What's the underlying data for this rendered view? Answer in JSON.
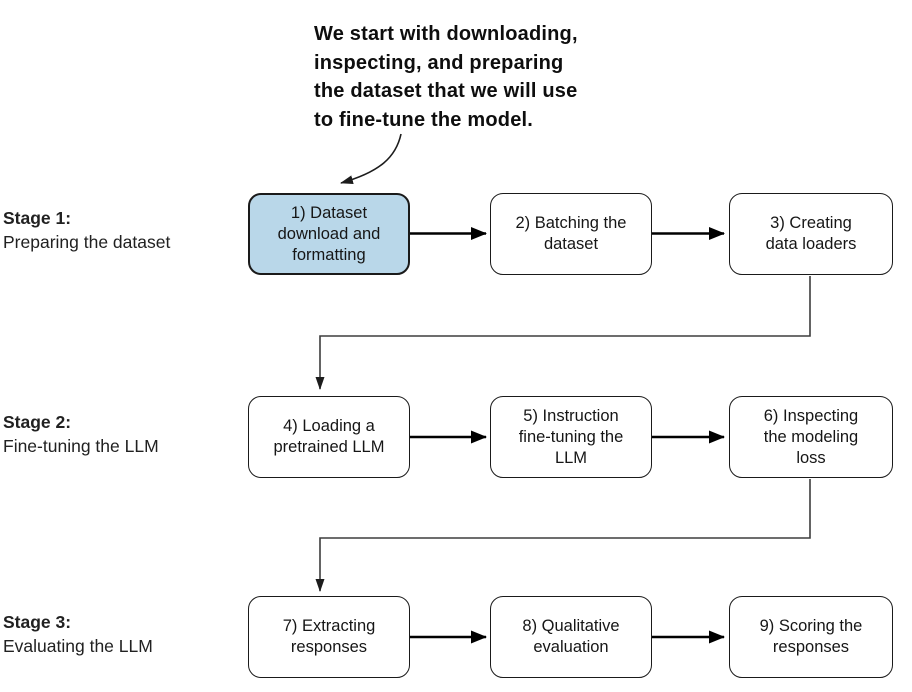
{
  "annotation": "We start with downloading,\ninspecting, and preparing\nthe dataset that we will use\nto fine-tune the model.",
  "stages": [
    {
      "title": "Stage 1:",
      "subtitle": "Preparing the dataset"
    },
    {
      "title": "Stage 2:",
      "subtitle": "Fine-tuning the LLM"
    },
    {
      "title": "Stage 3:",
      "subtitle": "Evaluating the LLM"
    }
  ],
  "boxes": [
    {
      "id": 1,
      "label": "1) Dataset\ndownload and\nformatting",
      "highlighted": true
    },
    {
      "id": 2,
      "label": "2) Batching the\ndataset",
      "highlighted": false
    },
    {
      "id": 3,
      "label": "3) Creating\ndata loaders",
      "highlighted": false
    },
    {
      "id": 4,
      "label": "4) Loading a\npretrained LLM",
      "highlighted": false
    },
    {
      "id": 5,
      "label": "5) Instruction\nfine-tuning the\nLLM",
      "highlighted": false
    },
    {
      "id": 6,
      "label": "6) Inspecting\nthe modeling\nloss",
      "highlighted": false
    },
    {
      "id": 7,
      "label": "7) Extracting\nresponses",
      "highlighted": false
    },
    {
      "id": 8,
      "label": "8) Qualitative\nevaluation",
      "highlighted": false
    },
    {
      "id": 9,
      "label": "9) Scoring the\nresponses",
      "highlighted": false
    }
  ],
  "colors": {
    "highlight_fill": "#b9d7e9",
    "box_fill": "#ffffff",
    "box_border": "#1a1a1a",
    "arrow": "#000000",
    "connector": "#3d3d3d",
    "text": "#161616"
  }
}
